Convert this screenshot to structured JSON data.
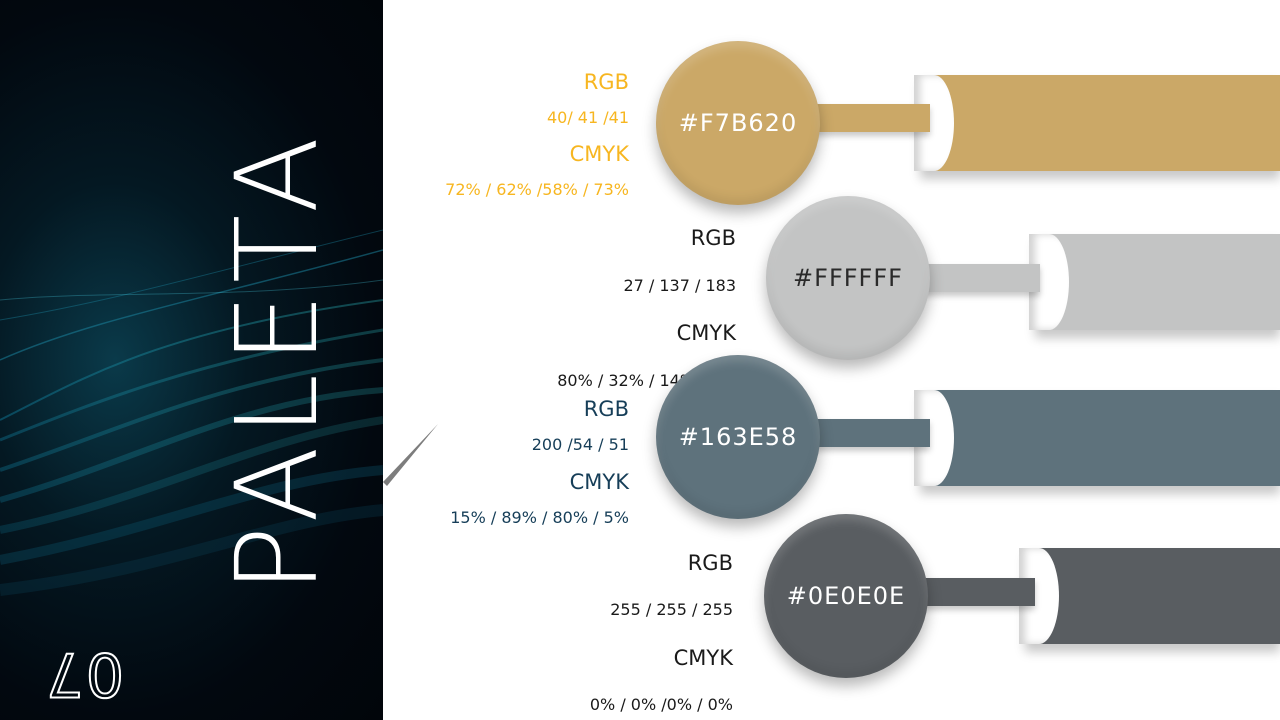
{
  "slide": {
    "title": "PALETA",
    "number": "07"
  },
  "colors": {
    "gold": "#CBA867",
    "silver": "#C3C4C4",
    "slate": "#5E727C",
    "graphite": "#595D61",
    "gold_text": "#F7B620",
    "slate_text": "#163E58",
    "dark_text": "#1a1a1a"
  },
  "swatches": [
    {
      "hex": "#F7B620",
      "rgb_label": "RGB",
      "rgb_value": "40/ 41 /41",
      "cmyk_label": "CMYK",
      "cmyk_value": "72% / 62% /58% / 73%"
    },
    {
      "hex": "#FFFFFF",
      "rgb_label": "RGB",
      "rgb_value": "27 / 137 / 183",
      "cmyk_label": "CMYK",
      "cmyk_value": "80% / 32% / 14% / 2%"
    },
    {
      "hex": "#163E58",
      "rgb_label": "RGB",
      "rgb_value": "200 /54 / 51",
      "cmyk_label": "CMYK",
      "cmyk_value": "15% / 89% / 80% / 5%"
    },
    {
      "hex": "#0E0E0E",
      "rgb_label": "RGB",
      "rgb_value": "255 / 255 / 255",
      "cmyk_label": "CMYK",
      "cmyk_value": "0% / 0% /0% / 0%"
    }
  ]
}
